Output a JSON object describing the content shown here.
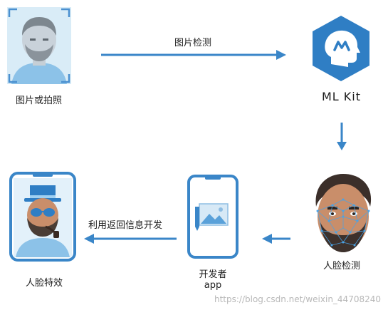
{
  "nodes": {
    "photo_label": "图片或拍照",
    "mlkit_label": "ML Kit",
    "face_detect_label": "人脸检测",
    "developer_app_label": "开发者\napp",
    "face_effect_label": "人脸特效"
  },
  "edges": {
    "image_detect_label": "图片检测",
    "return_info_label": "利用返回信息开发"
  },
  "watermark": "https://blog.csdn.net/weixin_44708240",
  "colors": {
    "arrow": "#3a86c8",
    "phone_border": "#3a86c8",
    "mlkit_badge": "#2f7ec4",
    "frame_corner": "#4a90d0"
  }
}
